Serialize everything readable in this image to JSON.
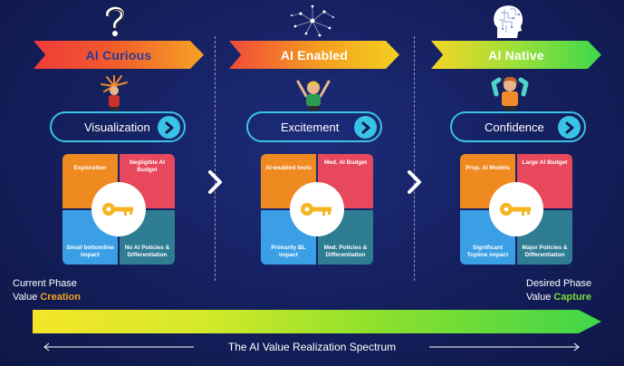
{
  "phases": [
    {
      "title": "AI Curious",
      "feeling": "Visualization",
      "quadrants": {
        "tl": "Exploration",
        "tr": "Negligible AI Budget",
        "bl": "Small bottomline impact",
        "br": "No AI Policies & Differentiation"
      }
    },
    {
      "title": "AI Enabled",
      "feeling": "Excitement",
      "quadrants": {
        "tl": "AI-enabled tools",
        "tr": "Med. AI Budget",
        "bl": "Primarily BL impact",
        "br": "Med. Policies & Differentiation"
      }
    },
    {
      "title": "AI Native",
      "feeling": "Confidence",
      "quadrants": {
        "tl": "Prop. AI Models",
        "tr": "Large AI Budget",
        "bl": "Significant Topline impact",
        "br": "Major Policies & Differentiation"
      }
    }
  ],
  "current_phase": {
    "line1": "Current Phase",
    "prefix": "Value ",
    "highlight": "Creation"
  },
  "desired_phase": {
    "line1": "Desired Phase",
    "prefix": "Value ",
    "highlight": "Capture"
  },
  "spectrum_title": "The AI Value Realization Spectrum",
  "colors": {
    "orange": "#f5a623",
    "green": "#7bdc3a",
    "cyan": "#39c3e6",
    "key": "#f5b520"
  }
}
